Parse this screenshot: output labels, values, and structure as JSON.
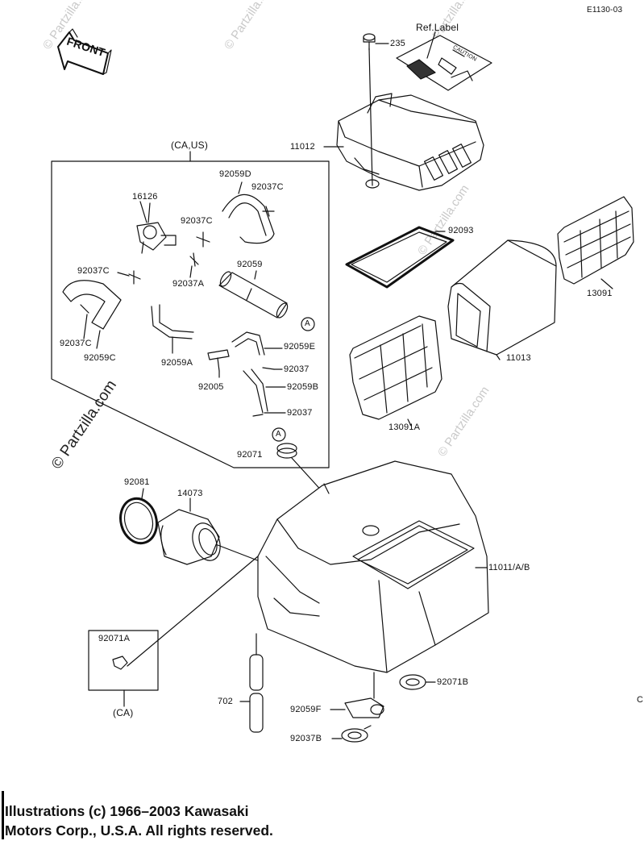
{
  "diagram": {
    "drawing_code": "E1130-03",
    "ref_label": "Ref.Label",
    "caution_text": "CAUTION",
    "front_label": "FRONT",
    "group_ca_us": "(CA,US)",
    "group_ca": "(CA)",
    "callout_a": "A",
    "edge_mark": "C",
    "watermark": "© Partzilla.com",
    "parts": [
      {
        "id": "235",
        "label": "235"
      },
      {
        "id": "11012",
        "label": "11012"
      },
      {
        "id": "92059D",
        "label": "92059D"
      },
      {
        "id": "92037C-a",
        "label": "92037C"
      },
      {
        "id": "16126",
        "label": "16126"
      },
      {
        "id": "92037C-b",
        "label": "92037C"
      },
      {
        "id": "92093",
        "label": "92093"
      },
      {
        "id": "92037C-c",
        "label": "92037C"
      },
      {
        "id": "92059",
        "label": "92059"
      },
      {
        "id": "92037A",
        "label": "92037A"
      },
      {
        "id": "13091",
        "label": "13091"
      },
      {
        "id": "92037C-d",
        "label": "92037C"
      },
      {
        "id": "92059C",
        "label": "92059C"
      },
      {
        "id": "92059A",
        "label": "92059A"
      },
      {
        "id": "92059E",
        "label": "92059E"
      },
      {
        "id": "11013",
        "label": "11013"
      },
      {
        "id": "92037-a",
        "label": "92037"
      },
      {
        "id": "92005",
        "label": "92005"
      },
      {
        "id": "92059B",
        "label": "92059B"
      },
      {
        "id": "92037-b",
        "label": "92037"
      },
      {
        "id": "13091A",
        "label": "13091A"
      },
      {
        "id": "92071",
        "label": "92071"
      },
      {
        "id": "92081",
        "label": "92081"
      },
      {
        "id": "14073",
        "label": "14073"
      },
      {
        "id": "11011",
        "label": "11011/A/B"
      },
      {
        "id": "92071A",
        "label": "92071A"
      },
      {
        "id": "702",
        "label": "702"
      },
      {
        "id": "92071B",
        "label": "92071B"
      },
      {
        "id": "92059F",
        "label": "92059F"
      },
      {
        "id": "92037B",
        "label": "92037B"
      }
    ]
  },
  "copyright": {
    "line1": "Illustrations (c) 1966–2003 Kawasaki",
    "line2": "Motors Corp., U.S.A.  All rights reserved."
  }
}
